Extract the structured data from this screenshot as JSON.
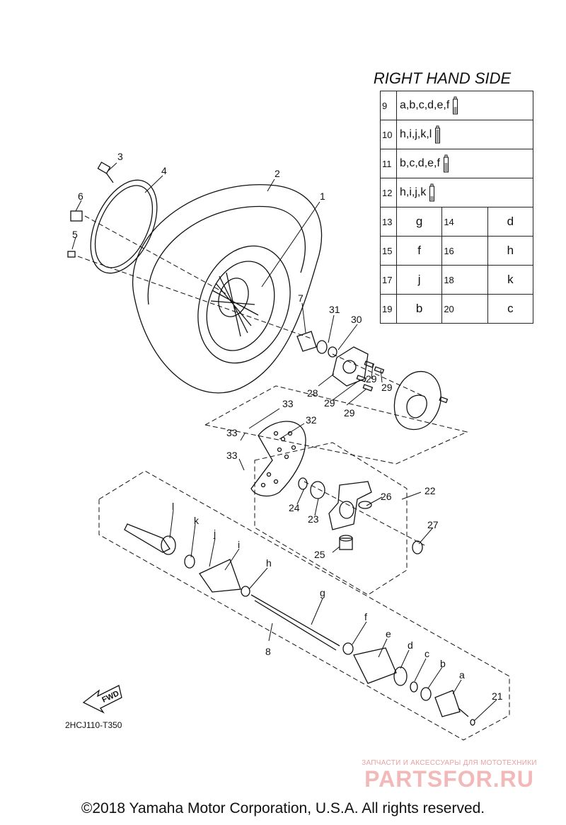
{
  "header": {
    "title": "RIGHT HAND SIDE"
  },
  "spec_table": {
    "wide_rows": [
      {
        "num": "9",
        "parts": "a,b,c,d,e,f",
        "icon": "grease-tube-icon"
      },
      {
        "num": "10",
        "parts": "h,i,j,k,l",
        "icon": "grease-tube-icon"
      },
      {
        "num": "11",
        "parts": "b,c,d,e,f",
        "icon": "grease-tube-icon"
      },
      {
        "num": "12",
        "parts": "h,i,j,k",
        "icon": "grease-tube-icon"
      }
    ],
    "pair_rows": [
      {
        "num1": "13",
        "val1": "g",
        "num2": "14",
        "val2": "d"
      },
      {
        "num1": "15",
        "val1": "f",
        "num2": "16",
        "val2": "h"
      },
      {
        "num1": "17",
        "val1": "j",
        "num2": "18",
        "val2": "k"
      },
      {
        "num1": "19",
        "val1": "b",
        "num2": "20",
        "val2": "c"
      }
    ]
  },
  "callouts": {
    "c1": "1",
    "c2": "2",
    "c3": "3",
    "c4": "4",
    "c5": "5",
    "c6": "6",
    "c7": "7",
    "c8": "8",
    "c21": "21",
    "c22": "22",
    "c23": "23",
    "c24": "24",
    "c25": "25",
    "c26": "26",
    "c27": "27",
    "c28": "28",
    "c29a": "29",
    "c29b": "29",
    "c29c": "29",
    "c29d": "29",
    "c30": "30",
    "c31": "31",
    "c32": "32",
    "c33a": "33",
    "c33b": "33",
    "c33c": "33",
    "ca": "a",
    "cb": "b",
    "cc": "c",
    "cd": "d",
    "ce": "e",
    "cf": "f",
    "cg": "g",
    "ch": "h",
    "ci": "i",
    "cj": "j",
    "ck": "k",
    "cl": "l"
  },
  "fwd_label": "FWD",
  "diagram_code": "2HCJ110-T350",
  "watermark": {
    "tagline": "ЗАПЧАСТИ И АКСЕССУАРЫ ДЛЯ МОТОТЕХНИКИ",
    "brand": "PARTSFOR.RU"
  },
  "copyright": "©2018 Yamaha Motor Corporation, U.S.A. All rights reserved.",
  "colors": {
    "ink": "#111111",
    "watermark": "#f3b8b8"
  }
}
